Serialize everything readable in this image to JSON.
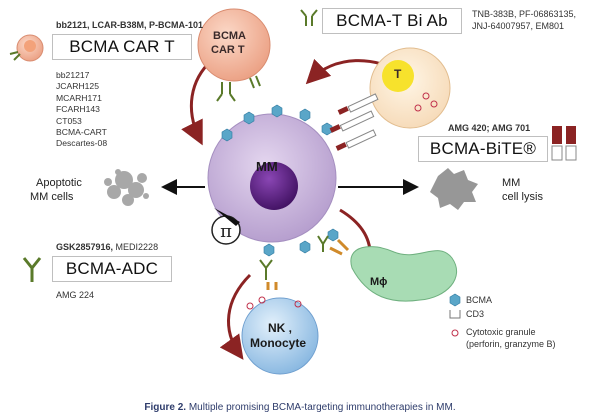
{
  "caption": {
    "prefix": "Figure 2.",
    "text": "Multiple promising BCMA-targeting immunotherapies in MM."
  },
  "cells": {
    "mm": "MM",
    "car_t_line1": "BCMA",
    "car_t_line2": "CAR T",
    "t_cell": "T",
    "nk_line1": "NK ,",
    "nk_line2": "Monocyte",
    "macrophage": "Mϕ"
  },
  "therapies": {
    "car_t": {
      "title": "BCMA CAR T",
      "agents_header": "bb2121, LCAR-B38M, P-BCMA-101",
      "agents": [
        "bb21217",
        "JCARH125",
        "MCARH171",
        "FCARH143",
        "CT053",
        "BCMA-CART",
        "Descartes-08"
      ]
    },
    "t_bi_ab": {
      "title": "BCMA-T Bi Ab",
      "agents_line1": "TNB-383B, PF-06863135,",
      "agents_line2": "JNJ-64007957, EM801"
    },
    "bite": {
      "title": "BCMA-BiTE®",
      "agents": "AMG 420; AMG 701"
    },
    "adc": {
      "title": "BCMA-ADC",
      "agents_bold": "GSK2857916,",
      "agents_regular": " MEDI2228",
      "agents_below": "AMG 224"
    }
  },
  "outcomes": {
    "apoptotic_line1": "Apoptotic",
    "apoptotic_line2": "MM cells",
    "lysis_line1": "MM",
    "lysis_line2": "cell lysis"
  },
  "legend": {
    "items": [
      {
        "symbol": "bcma-hexagon",
        "label": "BCMA"
      },
      {
        "symbol": "cd3-cup",
        "label": "CD3"
      },
      {
        "symbol": "granule-circle",
        "label": "Cytotoxic granule"
      }
    ],
    "granule_detail": "(perforin, granzyme B)"
  },
  "colors": {
    "mm_cell": "#c9b6dc",
    "mm_nucleus": "#5b1f82",
    "car_t_cell": "#f3b79d",
    "t_cell_nucleus": "#f7e22c",
    "nk_cell": "#9ec6e8",
    "macrophage": "#a8dcb4",
    "arrow_red": "#8b2323",
    "bcma": "#5aa6c8",
    "granule": "#c0304a"
  }
}
